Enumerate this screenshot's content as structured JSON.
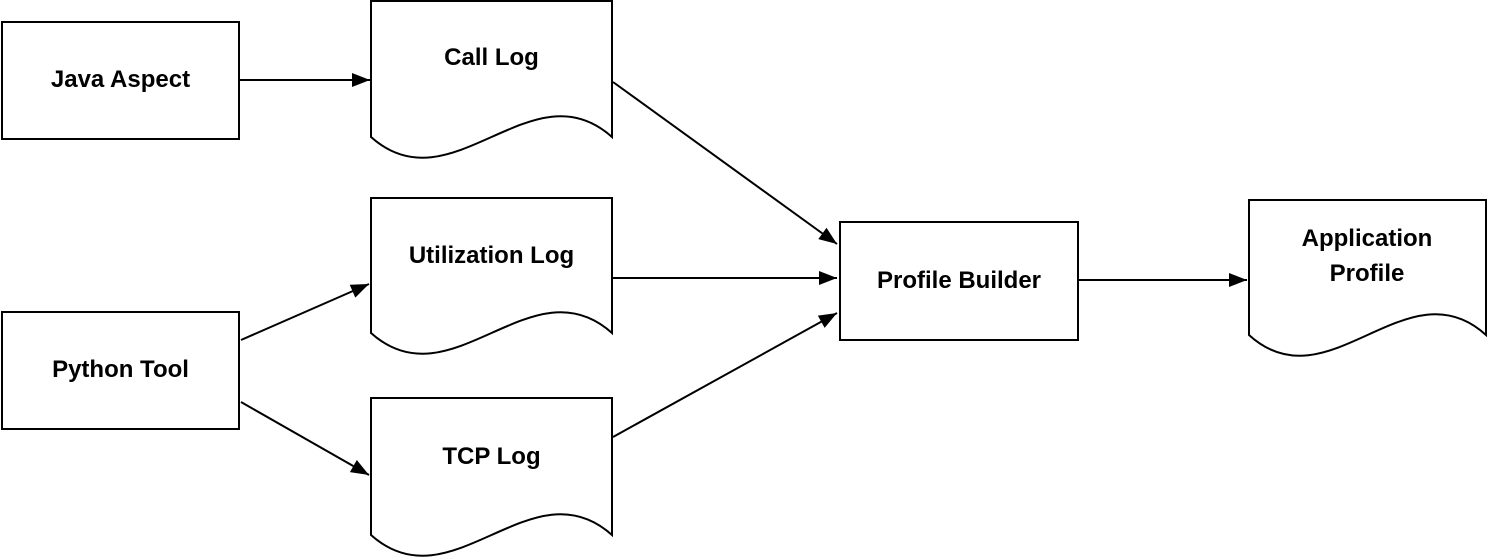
{
  "diagram": {
    "type": "flow-diagram",
    "colors": {
      "background": "#ffffff",
      "stroke": "#000000",
      "text": "#000000",
      "node_fill": "#ffffff"
    },
    "nodes": {
      "java_aspect": {
        "label": "Java Aspect",
        "shape": "rectangle"
      },
      "python_tool": {
        "label": "Python Tool",
        "shape": "rectangle"
      },
      "call_log": {
        "label": "Call Log",
        "shape": "document"
      },
      "utilization_log": {
        "label": "Utilization Log",
        "shape": "document"
      },
      "tcp_log": {
        "label": "TCP Log",
        "shape": "document"
      },
      "profile_builder": {
        "label": "Profile Builder",
        "shape": "rectangle"
      },
      "application_profile": {
        "label": "Application Profile",
        "shape": "document"
      }
    },
    "edges": [
      {
        "from": "Java Aspect",
        "to": "Call Log"
      },
      {
        "from": "Python Tool",
        "to": "Utilization Log"
      },
      {
        "from": "Python Tool",
        "to": "TCP Log"
      },
      {
        "from": "Call Log",
        "to": "Profile Builder"
      },
      {
        "from": "Utilization Log",
        "to": "Profile Builder"
      },
      {
        "from": "TCP Log",
        "to": "Profile Builder"
      },
      {
        "from": "Profile Builder",
        "to": "Application Profile"
      }
    ]
  }
}
